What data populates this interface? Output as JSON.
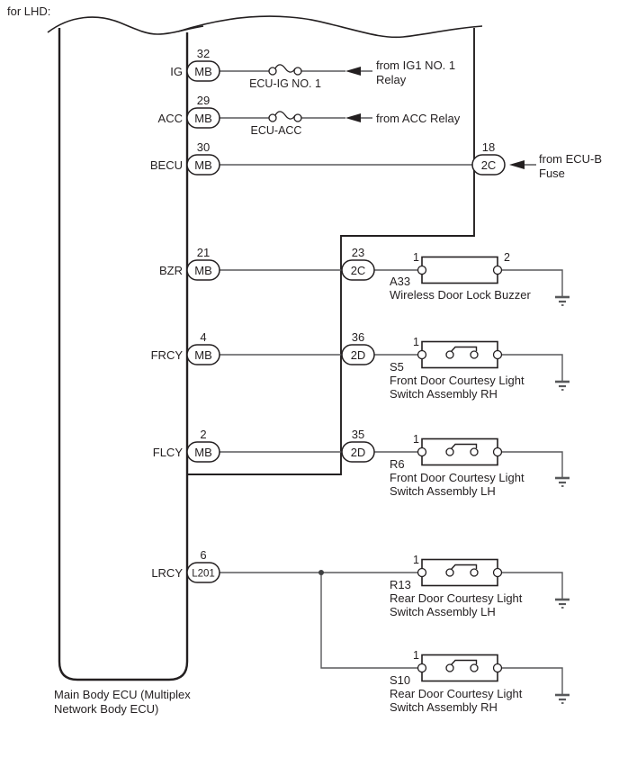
{
  "header": "for LHD:",
  "ecu": {
    "label_lines": [
      "Main Body ECU (Multiplex",
      "Network Body ECU)"
    ]
  },
  "rows": {
    "ig": {
      "label": "IG",
      "no": "32",
      "conn": "MB"
    },
    "acc": {
      "label": "ACC",
      "no": "29",
      "conn": "MB"
    },
    "becu": {
      "label": "BECU",
      "no": "30",
      "conn": "MB"
    },
    "bzr": {
      "label": "BZR",
      "no": "21",
      "conn": "MB"
    },
    "frcy": {
      "label": "FRCY",
      "no": "4",
      "conn": "MB"
    },
    "flcy": {
      "label": "FLCY",
      "no": "2",
      "conn": "MB"
    },
    "lrcy": {
      "label": "LRCY",
      "no": "6",
      "conn": "L201"
    }
  },
  "inline_connectors": {
    "c18": {
      "no": "18",
      "label": "2C"
    },
    "c23": {
      "no": "23",
      "label": "2C"
    },
    "c36": {
      "no": "36",
      "label": "2D"
    },
    "c35": {
      "no": "35",
      "label": "2D"
    }
  },
  "fuses": {
    "ig": {
      "label": "ECU-IG NO. 1"
    },
    "acc": {
      "label": "ECU-ACC"
    }
  },
  "sources": {
    "ig": {
      "lines": [
        "from IG1 NO. 1",
        "Relay"
      ]
    },
    "acc": {
      "lines": [
        "from ACC Relay"
      ]
    },
    "becu": {
      "lines": [
        "from ECU-B",
        "Fuse"
      ]
    }
  },
  "components": {
    "a33": {
      "id": "A33",
      "t1": "1",
      "t2": "2",
      "lines": [
        "Wireless Door Lock Buzzer"
      ]
    },
    "s5": {
      "id": "S5",
      "t1": "1",
      "lines": [
        "Front Door Courtesy Light",
        "Switch Assembly RH"
      ]
    },
    "r6": {
      "id": "R6",
      "t1": "1",
      "lines": [
        "Front Door Courtesy Light",
        "Switch Assembly LH"
      ]
    },
    "r13": {
      "id": "R13",
      "t1": "1",
      "lines": [
        "Rear Door Courtesy Light",
        "Switch Assembly LH"
      ]
    },
    "s10": {
      "id": "S10",
      "t1": "1",
      "lines": [
        "Rear Door Courtesy Light",
        "Switch Assembly RH"
      ]
    }
  },
  "colors": {
    "outline": "#231f20",
    "wire": "#58595b",
    "background": "#ffffff"
  }
}
